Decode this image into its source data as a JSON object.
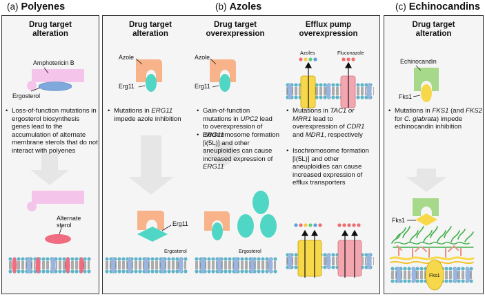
{
  "sections": {
    "polyenes": {
      "letter": "(a)",
      "name": "Polyenes"
    },
    "azoles": {
      "letter": "(b)",
      "name": "Azoles"
    },
    "echinocandins": {
      "letter": "(c)",
      "name": "Echinocandins"
    }
  },
  "polyenes": {
    "title": [
      "Drug target",
      "alteration"
    ],
    "amphotericin": "Amphotericin B",
    "ergosterol": "Ergosterol",
    "bullet": "Loss-of-function mutations in ergosterol biosynthesis genes lead to the accumulation of alternate membrane sterols that do not interact with polyenes",
    "alternate_sterol": [
      "Alternate",
      "sterol"
    ]
  },
  "azole_target_alteration": {
    "title": [
      "Drug target",
      "alteration"
    ],
    "azole": "Azole",
    "erg11": "Erg11",
    "bullet": {
      "pre": "Mutations in ",
      "gene": "ERG11",
      "post": " impede azole inhibition"
    },
    "erg11_lower": "Erg11",
    "ergosterol": "Ergosterol"
  },
  "azole_overexpression": {
    "title": [
      "Drug target",
      "overexpression"
    ],
    "azole": "Azole",
    "erg11": "Erg11",
    "bullet1": {
      "pre": "Gain-of-function mutations in ",
      "gene1": "UPC2",
      "mid": " lead to overexpression of ",
      "gene2": "ERG11"
    },
    "bullet2": {
      "pre": "Isochromosome formation [i(5L)] and other aneuploidies can cause increased expression of ",
      "gene": "ERG11"
    },
    "ergosterol": "Ergosterol"
  },
  "efflux": {
    "title": [
      "Efflux pump",
      "overexpression"
    ],
    "azoles": "Azoles",
    "fluconazole": "Fluconazole",
    "bullet1": {
      "pre": "Mutations in ",
      "gene1": "TAC1 or MRR1",
      "mid": " lead to overexpression of ",
      "gene2": "CDR1",
      "and": " and ",
      "gene3": "MDR1",
      "post": ", respectively"
    },
    "bullet2": "Isochromosome formation [i(5L)] and other aneuploidies can cause increased expression of efflux transporters"
  },
  "echinocandins": {
    "title": [
      "Drug target",
      "alteration"
    ],
    "echinocandin": "Echinocandin",
    "fks1": "Fks1",
    "bullet": {
      "pre": "Mutations in ",
      "gene1": "FKS1",
      "mid": " (and ",
      "gene2": "FKS2",
      "mid2": " for ",
      "species": "C. glabrata",
      "post": ") impede echinocandin inhibition"
    },
    "fks1_lower": "Fks1",
    "fks1_membrane": "Fks1"
  },
  "colors": {
    "pink": "#f4c4ea",
    "orange": "#f8b38a",
    "teal": "#4fd6c4",
    "blue": "#8fb7e0",
    "green": "#a6d98a",
    "yellow": "#f7d84a",
    "red": "#f06c80",
    "arrow": "#e6e6e6"
  }
}
